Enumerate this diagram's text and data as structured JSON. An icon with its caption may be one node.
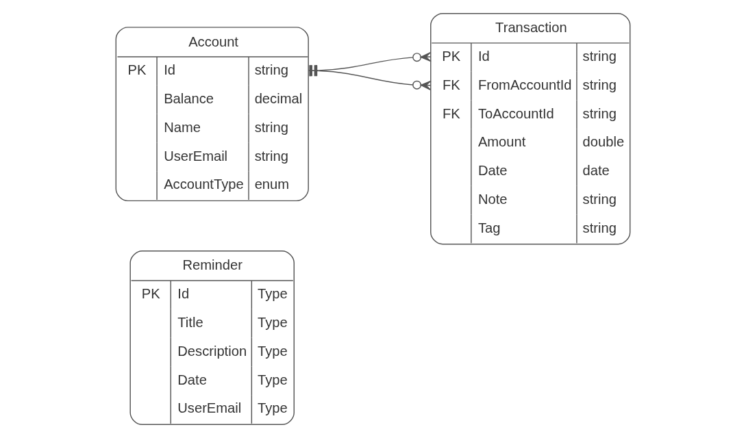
{
  "diagram": {
    "nodes": [
      {
        "text": [
          "Account",
          "PK",
          "Id",
          "string",
          "Balance",
          "decimal",
          "Name",
          "string",
          "UserEmail",
          "string",
          "AccountType",
          "enum"
        ]
      },
      {
        "text": [
          "Transaction",
          "PK",
          "Id",
          "string",
          "FK",
          "FromAccountId",
          "string",
          "FK",
          "ToAccountId",
          "string",
          "Amount",
          "double",
          "Date",
          "date",
          "Note",
          "string",
          "Tag",
          "string"
        ]
      },
      {
        "text": [
          "Reminder",
          "PK",
          "Id",
          "Type",
          "Title",
          "Type",
          "Description",
          "Type",
          "Date",
          "Type",
          "UserEmail",
          "Type"
        ]
      }
    ],
    "edges": [
      {
        "from": 0,
        "to": 1,
        "arrow": "other"
      },
      {
        "from": 0,
        "to": 1,
        "arrow": "other"
      }
    ]
  }
}
